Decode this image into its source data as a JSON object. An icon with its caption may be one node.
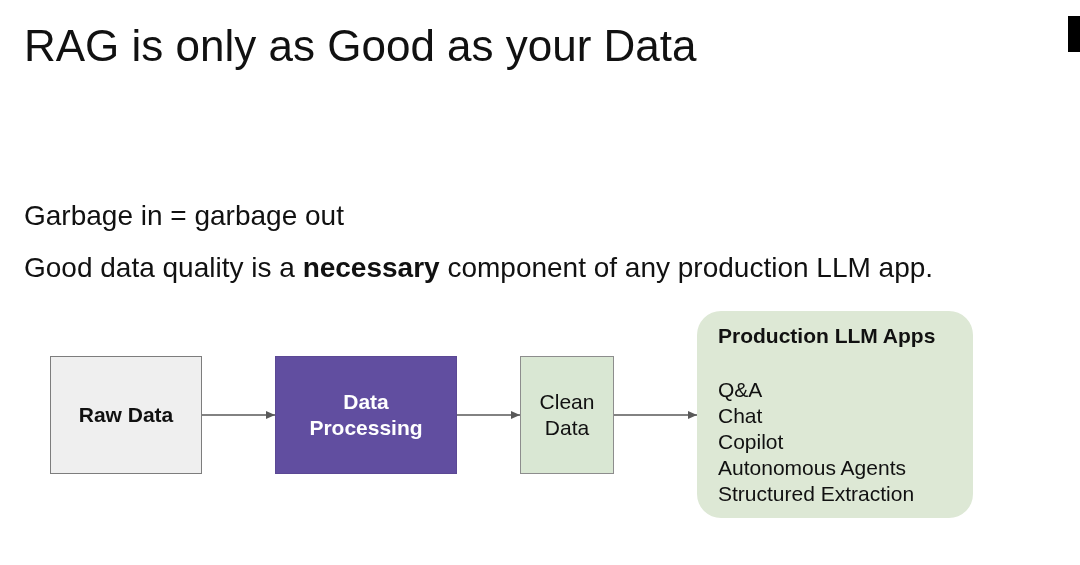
{
  "diagram": {
    "title": "RAG is only as Good as your Data",
    "nodes": [
      {
        "text": [
          "Raw Data"
        ]
      },
      {
        "text": [
          "Data Processing"
        ]
      },
      {
        "text": [
          "Clean Data"
        ]
      },
      {
        "text": [
          "Production LLM Apps",
          "Q&A",
          "Chat",
          "Copilot",
          "Autonomous Agents",
          "Structured Extraction"
        ]
      }
    ],
    "edges": [
      {
        "from": 0,
        "to": 1,
        "arrow": "to"
      },
      {
        "from": 1,
        "to": 2,
        "arrow": "to"
      },
      {
        "from": 2,
        "to": 3,
        "arrow": "to"
      }
    ],
    "labels": [
      "Garbage in = garbage out",
      "Good data quality is a **necessary** component of any production LLM app."
    ]
  }
}
